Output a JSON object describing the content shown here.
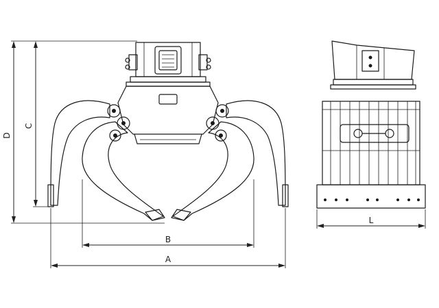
{
  "dimensions": {
    "A": "A",
    "B": "B",
    "C": "C",
    "D": "D",
    "L": "L"
  },
  "colors": {
    "line": "#1a1a1a",
    "background": "#ffffff"
  }
}
